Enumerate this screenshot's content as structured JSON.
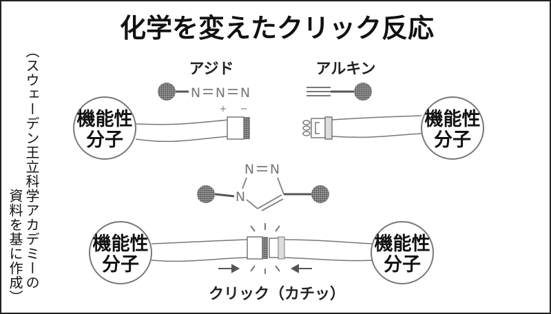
{
  "title": "化学を変えたクリック反応",
  "source": {
    "line1": "（スウェーデン王立科学アカデミーの",
    "line2": "資料を基に作成）"
  },
  "azide": {
    "label": "アジド",
    "formula_atoms": [
      "N",
      "N",
      "N"
    ],
    "charges": [
      "+",
      "−"
    ]
  },
  "alkyne": {
    "label": "アルキン"
  },
  "functional_molecule": {
    "line1": "機能性",
    "line2": "分子"
  },
  "triazole": {
    "atoms": [
      "N",
      "N",
      "N"
    ]
  },
  "click_label": "クリック（カチッ）",
  "colors": {
    "dot": "#6e6e6e",
    "ink": "#111111",
    "gray": "#8a8a8a"
  }
}
